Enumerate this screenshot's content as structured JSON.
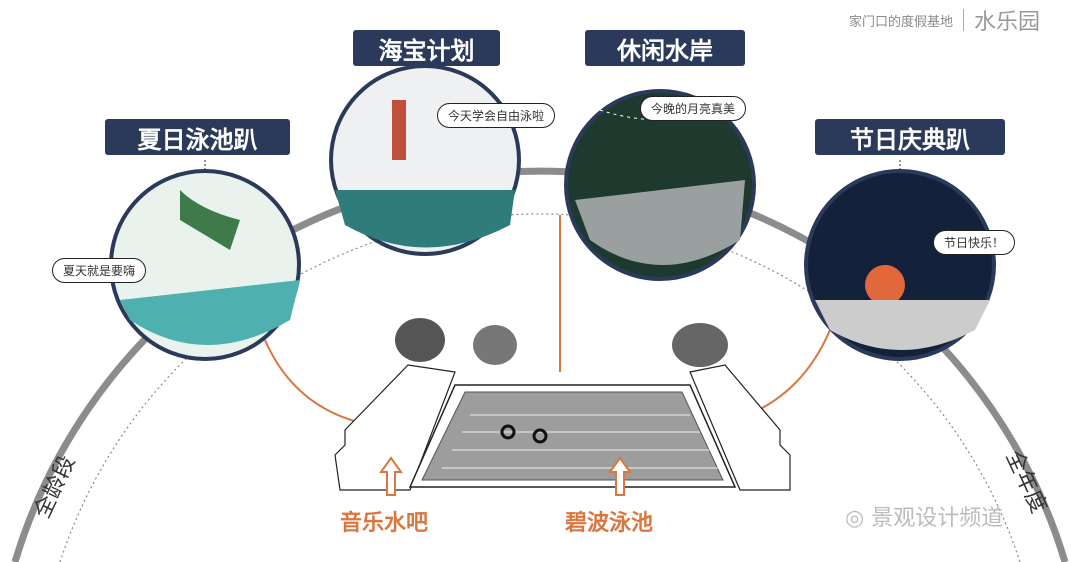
{
  "header": {
    "subtitle": "家门口的度假基地",
    "title": "水乐园"
  },
  "scenes": [
    {
      "label": "夏日泳池趴",
      "speech": "夏天就是要嗨"
    },
    {
      "label": "海宝计划",
      "speech": "今天学会自由泳啦"
    },
    {
      "label": "休闲水岸",
      "speech": "今晚的月亮真美"
    },
    {
      "label": "节日庆典趴",
      "speech": "节日快乐！"
    }
  ],
  "facilities": {
    "bar": "音乐水吧",
    "pool": "碧波泳池"
  },
  "arc_labels": {
    "left": "全龄段",
    "right": "全年度"
  },
  "watermark": "景观设计频道",
  "colors": {
    "navy": "#2b3a5a",
    "orange": "#d9773f",
    "arc": "#8c8c8c"
  }
}
